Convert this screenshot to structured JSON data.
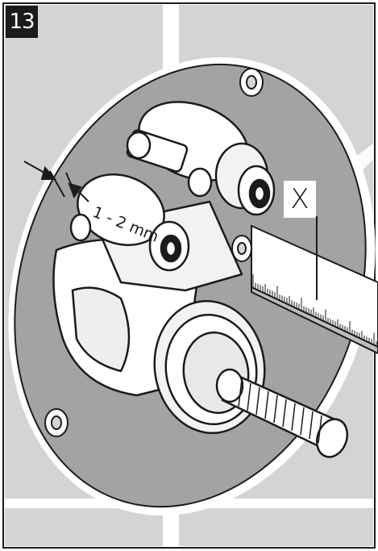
{
  "step": {
    "number": "13"
  },
  "measurement": {
    "gap_label": "1 - 2 mm",
    "dimension_label": "X"
  },
  "colors": {
    "wall_tile": "#d4d4d4",
    "tile_grout": "#ffffff",
    "plate": "#a3a3a3",
    "ink": "#1b1b1b",
    "part_white": "#ffffff",
    "shadow": "#bdbdbd"
  }
}
